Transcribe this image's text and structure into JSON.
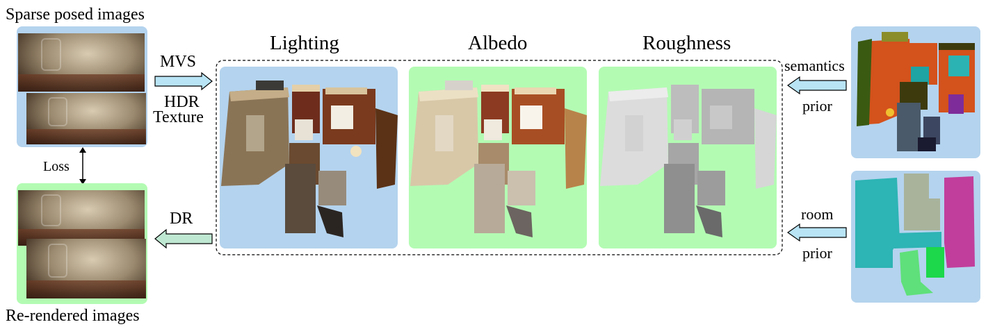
{
  "labels": {
    "sparse_posed": "Sparse posed images",
    "rerendered": "Re-rendered images",
    "loss": "Loss",
    "mvs": "MVS",
    "hdr_line1": "HDR",
    "hdr_line2": "Texture",
    "dr": "DR",
    "lighting": "Lighting",
    "albedo": "Albedo",
    "roughness": "Roughness",
    "semantics": "semantics",
    "semantics_prior": "prior",
    "room": "room",
    "room_prior": "prior"
  },
  "colors": {
    "blue_panel": "#b4d3ee",
    "green_panel": "#b3fbb3",
    "arrow_blue": "#b8e4f6",
    "arrow_green": "#bfe8d2",
    "room_teal": "#2db4b4",
    "room_gray": "#a9b39c",
    "room_magenta": "#c13e9c",
    "room_green_light": "#5fe07a",
    "room_green": "#1cd84a",
    "sem_orange": "#d4521c",
    "sem_olive": "#3d3b0e"
  }
}
